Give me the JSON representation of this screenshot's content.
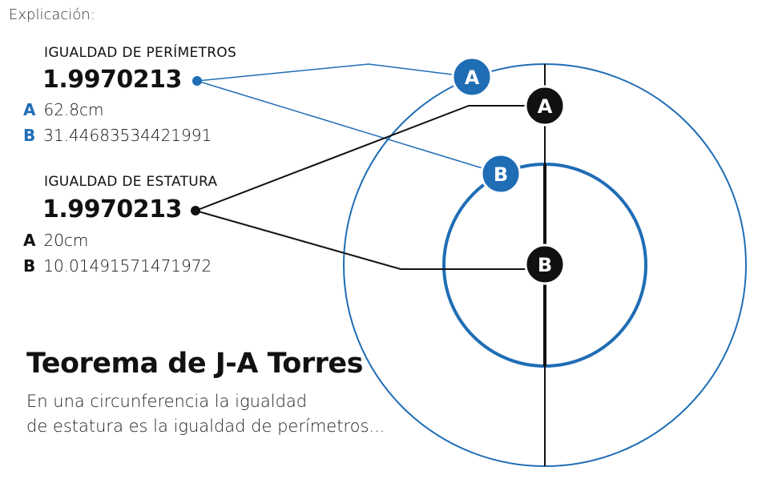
{
  "header": {
    "label": "Explicación:"
  },
  "perimeter": {
    "title": "IGUALDAD DE PERÍMETROS",
    "value": "1.9970213",
    "a_key": "A",
    "a_value": "62.8cm",
    "b_key": "B",
    "b_value": "31.44683534421991"
  },
  "height": {
    "title": "IGUALDAD DE ESTATURA",
    "value": "1.9970213",
    "a_key": "A",
    "a_value": "20cm",
    "b_key": "B",
    "b_value": "10.01491571471972"
  },
  "theorem": {
    "title": "Teorema de J-A Torres",
    "line1": "En una circunferencia la igualdad",
    "line2": "de estatura es la igualdad de perímetros..."
  },
  "diagram": {
    "badges": {
      "perimeter_a": "A",
      "perimeter_b": "B",
      "height_a": "A",
      "height_b": "B"
    },
    "colors": {
      "blue": "#1f6db5",
      "black": "#111111"
    }
  }
}
